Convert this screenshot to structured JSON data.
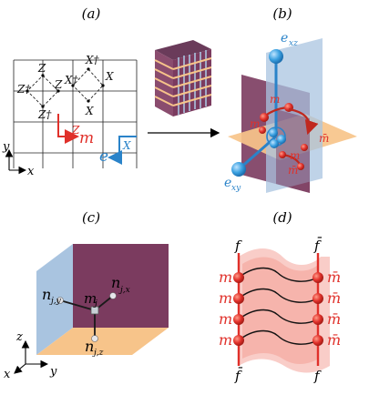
{
  "panels": {
    "a": {
      "label": "(a)",
      "ops": {
        "x_dag": "X†",
        "z_top": "Z",
        "z_left": "Z",
        "z_dag": "Z†",
        "z_right": "Z",
        "z_dag_bottom": "Z†",
        "x_dag_left": "X†",
        "x_right": "X",
        "x_bottom": "X"
      },
      "strings": {
        "z_string": "Z",
        "e_label": "e",
        "m_label": "m",
        "x_string": "X"
      },
      "axes": {
        "y": "y",
        "x": "x"
      }
    },
    "b": {
      "label": "(b)",
      "e_xz": "e",
      "e_xz_sub": "xz",
      "e_xy": "e",
      "e_xy_sub": "xy",
      "m1": "m",
      "m2": "m",
      "mbar1": "m̄",
      "m3": "m",
      "mbar2": "m̄"
    },
    "c": {
      "label": "(c)",
      "n_y": "n",
      "n_y_sub": "j,y",
      "m_j": "m",
      "m_j_sub": "j",
      "n_x": "n",
      "n_x_sub": "j,x",
      "n_z": "n",
      "n_z_sub": "j,z",
      "axes": {
        "z": "z",
        "y": "y",
        "x": "x"
      }
    },
    "d": {
      "label": "(d)",
      "f_top_left": "f",
      "f_top_right": "f̄",
      "f_bottom_left": "f̄",
      "f_bottom_right": "f",
      "m_left": [
        "m",
        "m",
        "m",
        "m"
      ],
      "m_right": [
        "m̄",
        "m̄",
        "m̄",
        "m̄"
      ]
    }
  },
  "colors": {
    "red": "#e0302a",
    "blue": "#2a83c9",
    "purple": "#7b3b5f",
    "light_blue": "#a9c4e0",
    "orange": "#f7c48a",
    "pink": "#f4a49a"
  }
}
